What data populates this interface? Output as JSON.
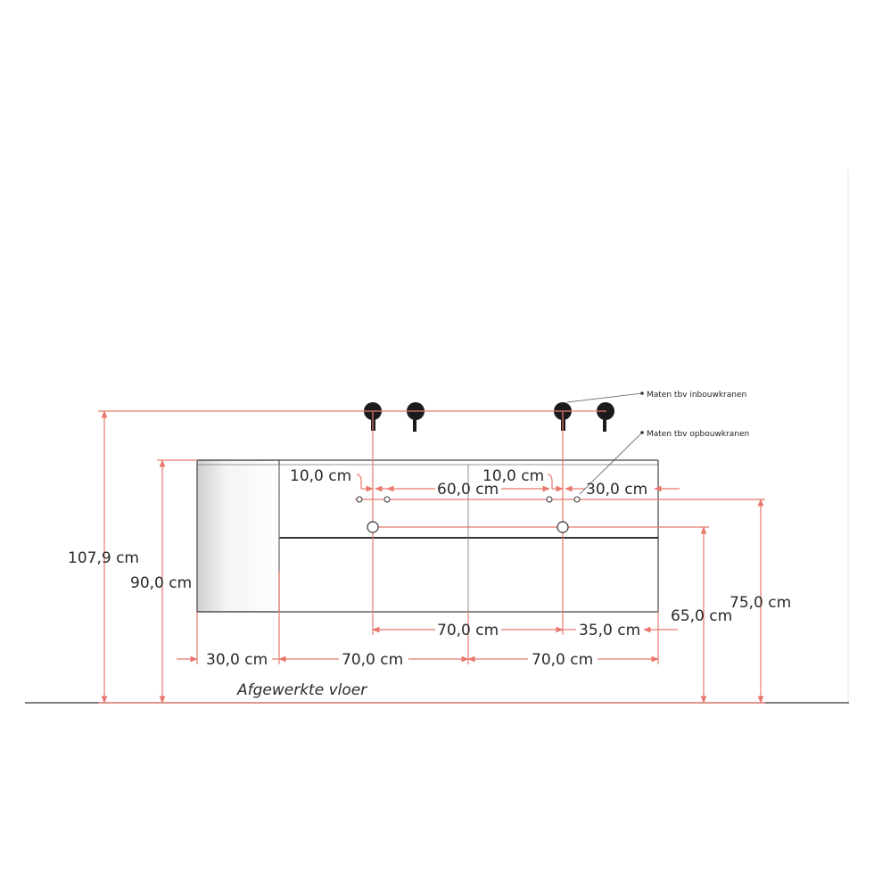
{
  "floor_label": "Afgewerkte vloer",
  "notes": {
    "built_in_taps": "Maten tbv inbouwkranen",
    "surface_taps": "Maten tbv opbouwkranen"
  },
  "dimensions": {
    "total_height": "107,9 cm",
    "cabinet_height": "90,0 cm",
    "built_in_height": "75,0 cm",
    "surface_height": "65,0 cm",
    "left_offset": "30,0 cm",
    "section_left": "70,0 cm",
    "section_right": "70,0 cm",
    "tap_spacing_built_in": "70,0 cm",
    "tap_right_offset_built_in": "35,0 cm",
    "tap_spacing_surface": "60,0 cm",
    "tap_right_offset_surface": "30,0 cm",
    "hole_gap_left": "10,0 cm",
    "hole_gap_right": "10,0 cm"
  },
  "colors": {
    "dimension_line": "#e8776e",
    "outline": "#444444",
    "tap": "#1b1b1b"
  }
}
